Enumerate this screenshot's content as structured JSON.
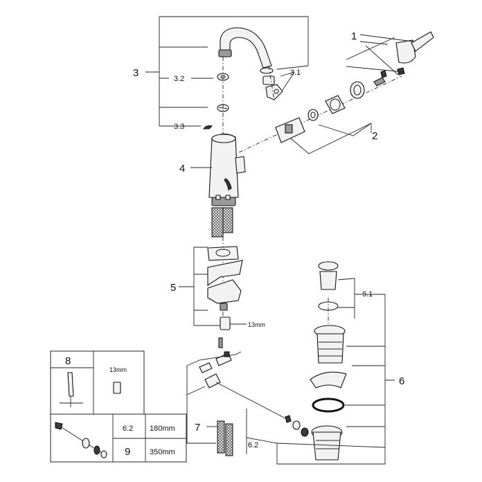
{
  "labels": {
    "l1": "1",
    "l2": "2",
    "l3": "3",
    "l3_1": "3.1",
    "l3_2": "3.2",
    "l3_3": "3.3",
    "l4": "4",
    "l5": "5",
    "l6": "6",
    "l6_1": "6.1",
    "l6_2": "6.2",
    "l7": "7",
    "l8": "8",
    "l9": "9"
  },
  "dimensions": {
    "wrench_13a": "13mm",
    "wrench_13b": "13mm"
  },
  "table": {
    "r1_code": "6.2",
    "r1_len": "180mm",
    "r2_code": "9",
    "r2_len": "350mm"
  }
}
